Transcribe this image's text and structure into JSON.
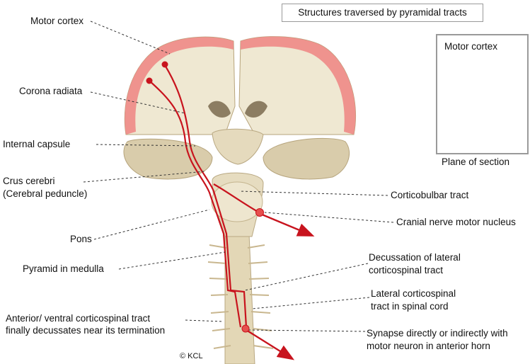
{
  "title": "Structures traversed by pyramidal tracts",
  "copyright": "© KCL",
  "inset": {
    "label": "Motor cortex",
    "caption": "Plane of section"
  },
  "labels": {
    "motor_cortex": "Motor cortex",
    "corona_radiata": "Corona radiata",
    "internal_capsule": "Internal capsule",
    "crus_cerebri_1": "Crus cerebri",
    "crus_cerebri_2": "(Cerebral peduncle)",
    "pons": "Pons",
    "pyramid": "Pyramid in medulla",
    "anterior_1": "Anterior/ ventral corticospinal tract",
    "anterior_2": "finally decussates near its termination",
    "corticobulbar": "Corticobulbar tract",
    "cranial_nucleus": "Cranial nerve motor nucleus",
    "decussation_1": "Decussation of lateral",
    "decussation_2": "corticospinal tract",
    "lateral_1": "Lateral corticospinal",
    "lateral_2": "tract in spinal cord",
    "synapse_1": "Synapse directly or indirectly with",
    "synapse_2": "motor neuron in anterior horn"
  },
  "colors": {
    "tract": "#c8141e",
    "cortex_highlight": "#ee8a86",
    "white_matter": "#efe7cf",
    "tissue": "#dfd2b0",
    "leader": "#333333"
  }
}
